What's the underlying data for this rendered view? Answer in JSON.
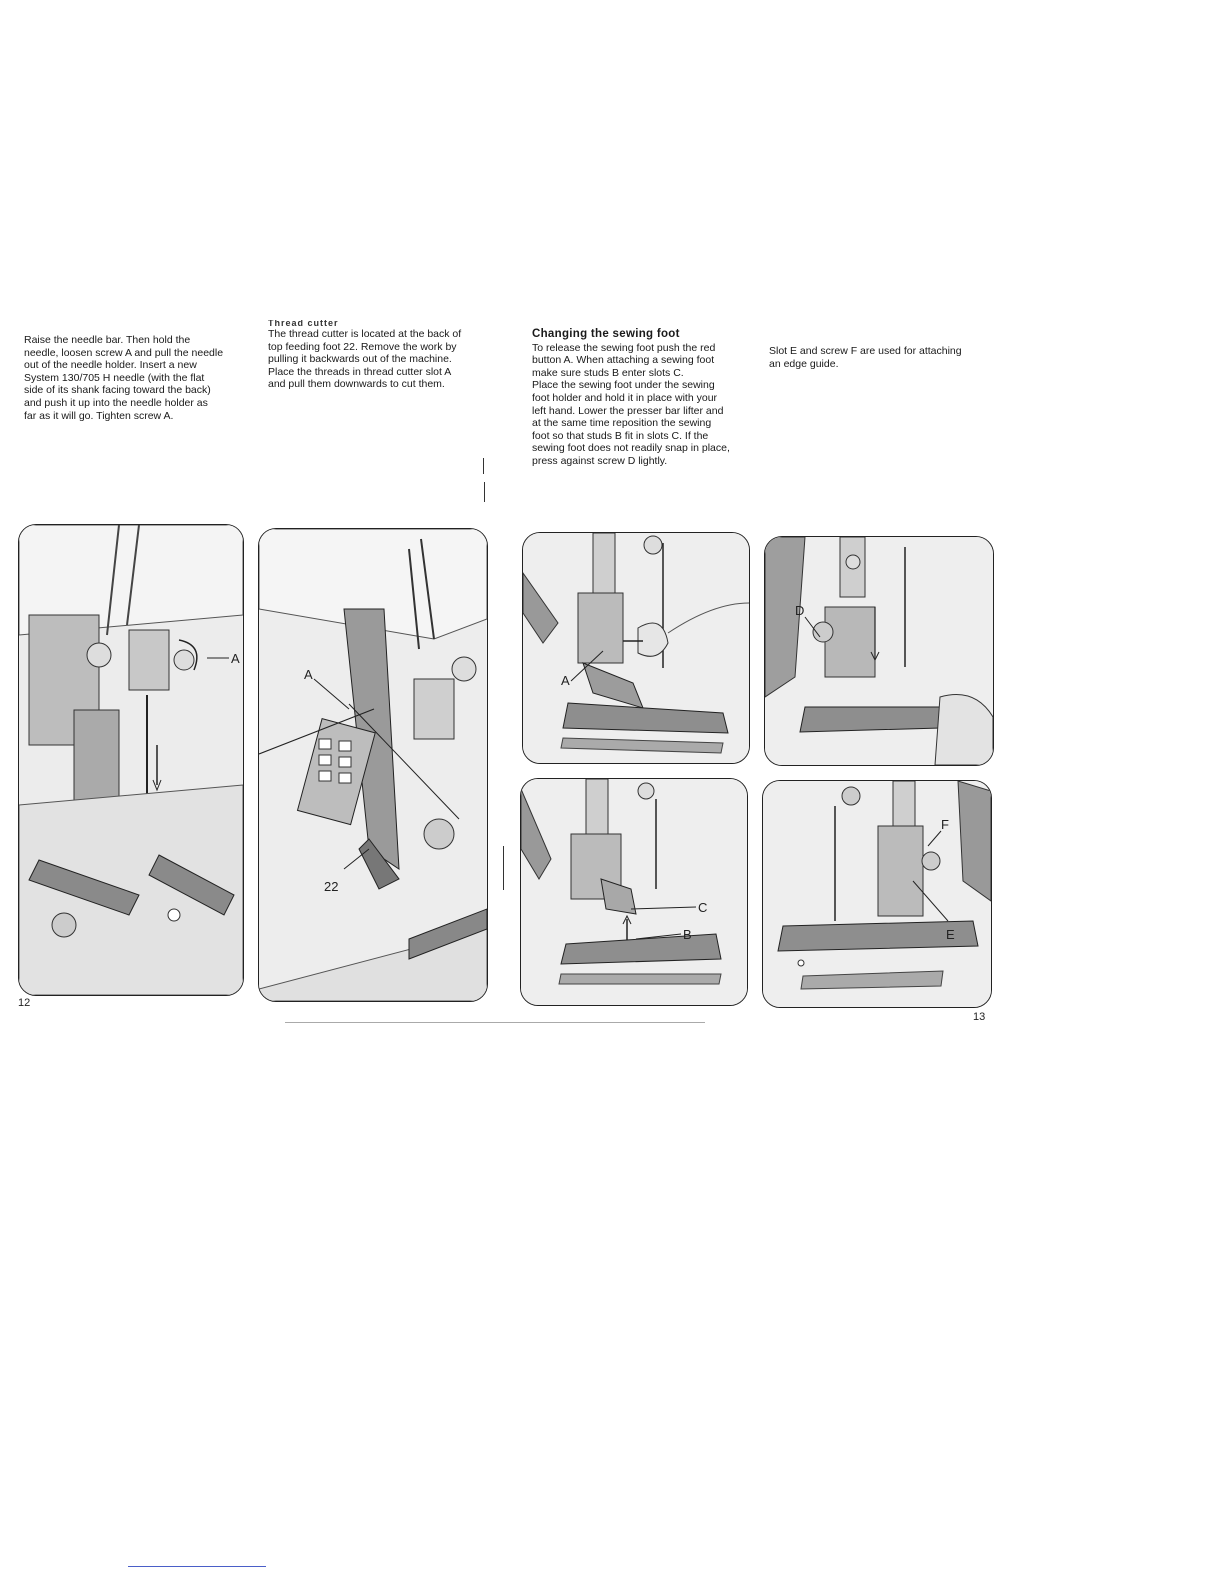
{
  "col1": {
    "lines": [
      "Raise the needle bar. Then hold the",
      "needle, loosen screw A and pull the needle",
      "out of the needle holder. Insert a new",
      "System 130/705 H needle (with the flat",
      "side of its shank facing toward the back)",
      "and push it up into the needle holder as",
      "far as it will go. Tighten screw A."
    ]
  },
  "col2": {
    "heading": "Thread cutter",
    "lines": [
      "The thread cutter is located at the back of",
      "top feeding foot 22. Remove the work by",
      "pulling it backwards out of the machine.",
      "Place the threads in thread cutter slot A",
      "and pull them downwards to cut them."
    ]
  },
  "col3": {
    "heading": "Changing the sewing foot",
    "lines": [
      "To release the sewing foot push the red",
      "button A. When attaching a sewing foot",
      "make sure studs B enter slots C.",
      "Place the sewing foot under the sewing",
      "foot holder and hold it in place with your",
      "left hand. Lower the presser bar lifter and",
      "at the same time reposition the sewing",
      "foot so that studs B fit in slots C. If the",
      "sewing foot does not readily snap in place,",
      "press against screw D lightly."
    ]
  },
  "col4": {
    "lines": [
      "Slot E and screw F are used for attaching",
      "an edge guide."
    ]
  },
  "figures": {
    "fig1": {
      "labels": [
        "A"
      ]
    },
    "fig2": {
      "labels": [
        "A",
        "22"
      ]
    },
    "fig3": {
      "labels": [
        "A"
      ]
    },
    "fig4": {
      "labels": [
        "D"
      ]
    },
    "fig5": {
      "labels": [
        "C",
        "B"
      ]
    },
    "fig6": {
      "labels": [
        "F",
        "E"
      ]
    }
  },
  "page_numbers": {
    "left": "12",
    "right": "13"
  }
}
